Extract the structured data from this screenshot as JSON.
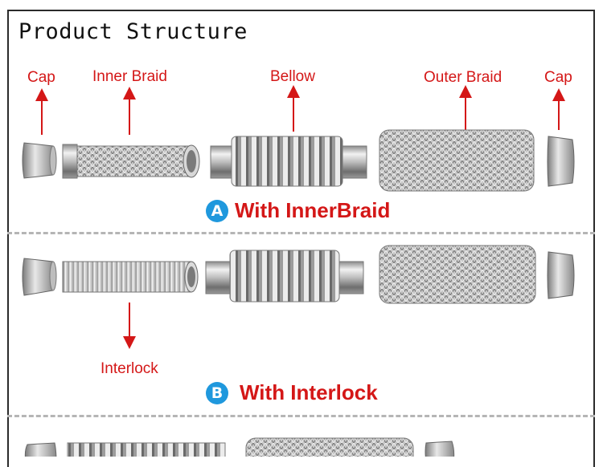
{
  "diagram": {
    "title": "Product Structure",
    "labels": {
      "cap_left": "Cap",
      "inner_braid": "Inner Braid",
      "bellow": "Bellow",
      "outer_braid": "Outer Braid",
      "cap_right": "Cap",
      "interlock": "Interlock"
    },
    "variants": [
      {
        "badge": "A",
        "caption": "With InnerBraid"
      },
      {
        "badge": "B",
        "caption": "With Interlock"
      }
    ]
  },
  "colors": {
    "arrow": "#d41717",
    "badge": "#1f98dd",
    "steel_light": "#e6e6e6",
    "steel_dark": "#6f6f6f"
  }
}
